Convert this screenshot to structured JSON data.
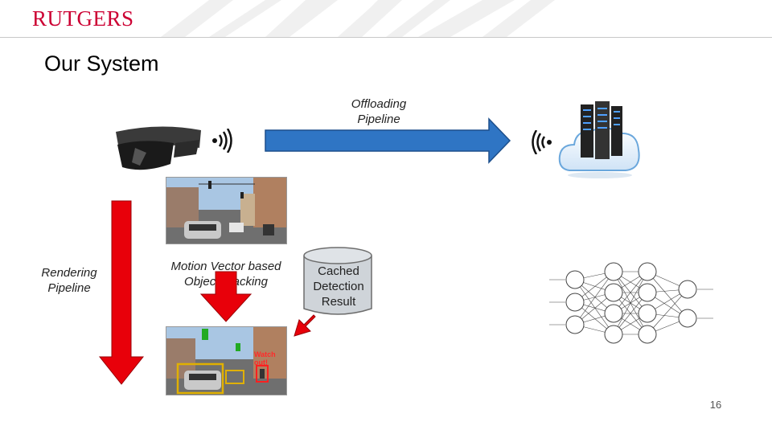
{
  "header": {
    "logo_text": "RUTGERS"
  },
  "slide": {
    "title": "Our System",
    "page_number": "16"
  },
  "labels": {
    "offloading": "Offloading\nPipeline",
    "rendering": "Rendering\nPipeline",
    "tracking": "Motion Vector based\nObject Tracking",
    "cached": "Cached\nDetection\nResult"
  },
  "annotations": {
    "watch_out": "Watch\nout!"
  },
  "colors": {
    "arrow_blue": "#2f75c4",
    "arrow_red": "#e8000a",
    "brand_red": "#cc0033",
    "detect_box": "#e0b000"
  },
  "icons": [
    "headset-icon",
    "wifi-signal-icon",
    "server-cloud-icon",
    "neural-network-diagram"
  ]
}
